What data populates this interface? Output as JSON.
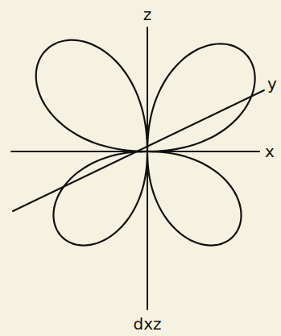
{
  "diagram": {
    "labels": [
      "z",
      "y",
      "x",
      "dxz"
    ]
  }
}
